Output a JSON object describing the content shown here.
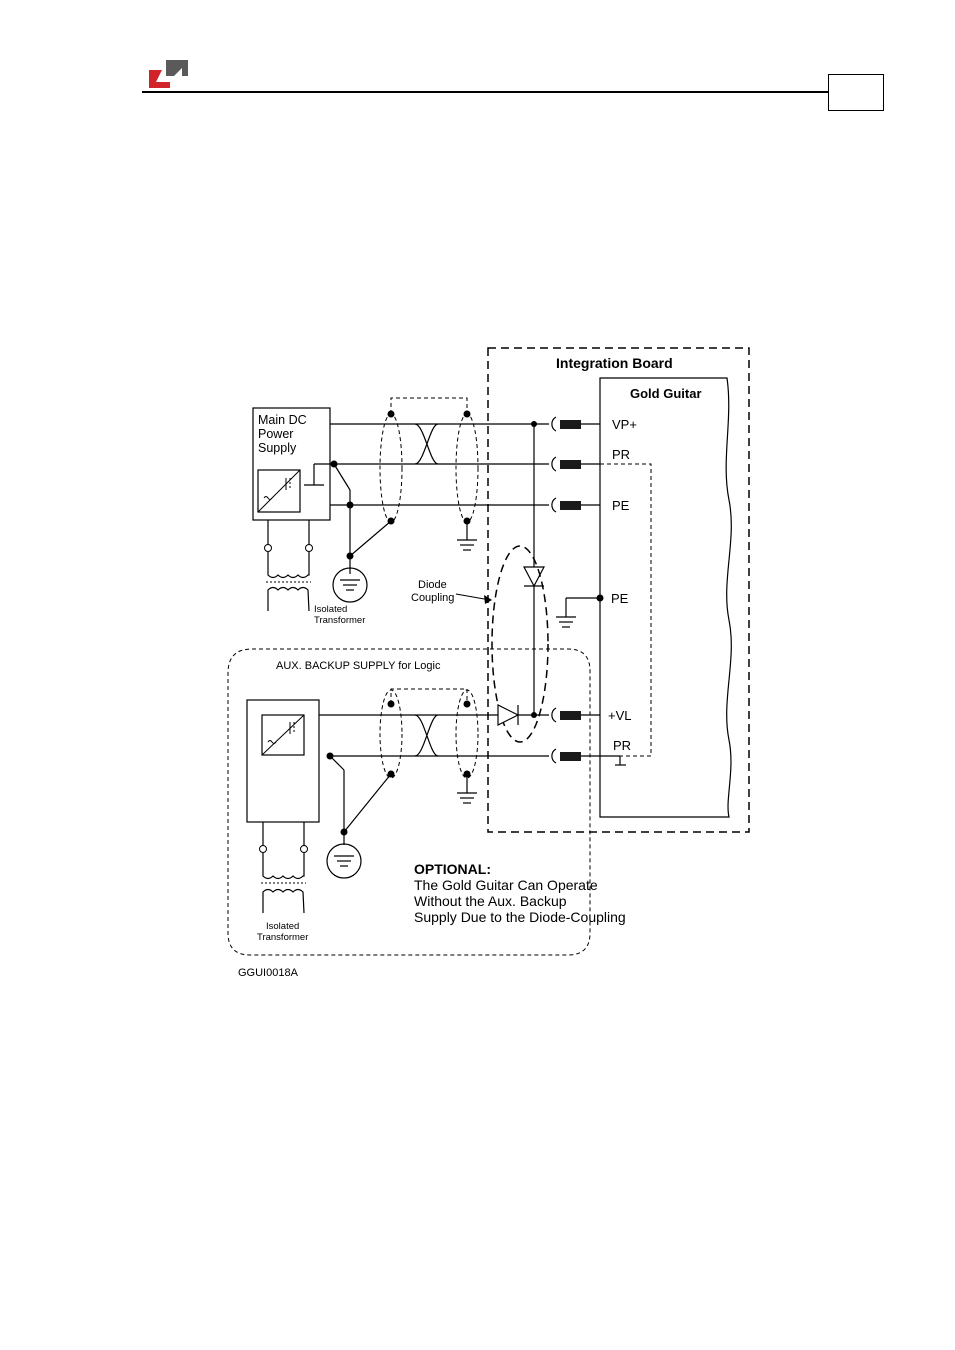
{
  "header": {
    "logo_icon": "elmo-logo-icon",
    "brand_colors": {
      "red": "#d2232a",
      "gray": "#5a5a5a"
    }
  },
  "diagram": {
    "figure_code": "GGUI0018A",
    "integration_board_title": "Integration Board",
    "gold_guitar_title": "Gold Guitar",
    "main_supply_line1": "Main DC",
    "main_supply_line2": "Power",
    "main_supply_line3": "Supply",
    "terminals": {
      "vp_plus": "VP+",
      "pr_top": "PR",
      "pe_top": "PE",
      "pe_middle": "PE",
      "vl_plus": "+VL",
      "pr_bottom": "PR"
    },
    "diode_coupling_line1": "Diode",
    "diode_coupling_line2": "Coupling",
    "isolated_transformer_line1": "Isolated",
    "isolated_transformer_line2": "Transformer",
    "aux_title": "AUX. BACKUP SUPPLY for Logic",
    "optional_title": "OPTIONAL:",
    "optional_line1": "The Gold Guitar Can Operate",
    "optional_line2": "Without the  Aux. Backup",
    "optional_line3": "Supply Due to the Diode-Coupling"
  }
}
